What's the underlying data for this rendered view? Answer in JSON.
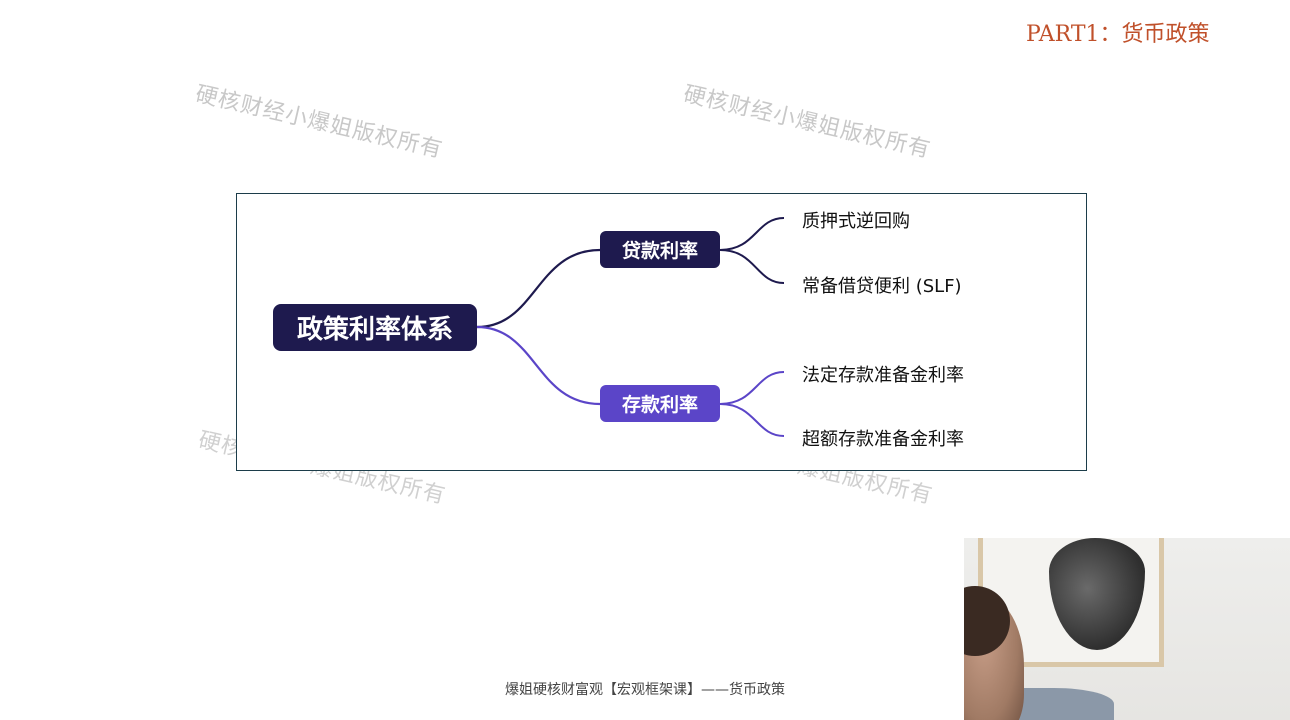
{
  "header": {
    "part_title": "PART1：货币政策"
  },
  "watermarks": [
    "硬核财经小爆姐版权所有",
    "硬核财经小爆姐版权所有",
    "硬核财经小爆姐版权所有",
    "硬核财经小爆姐版权所有"
  ],
  "mindmap": {
    "root": "政策利率体系",
    "branches": [
      {
        "label": "贷款利率",
        "color": "#1e1a4e",
        "leaves": [
          "质押式逆回购",
          "常备借贷便利 (SLF)"
        ]
      },
      {
        "label": "存款利率",
        "color": "#5b45c8",
        "leaves": [
          "法定存款准备金利率",
          "超额存款准备金利率"
        ]
      }
    ]
  },
  "footer": {
    "caption": "爆姐硬核财富观【宏观框架课】——货币政策"
  },
  "colors": {
    "accent": "#c0502a",
    "dark_node": "#1e1a4e",
    "purple_node": "#5b45c8"
  }
}
